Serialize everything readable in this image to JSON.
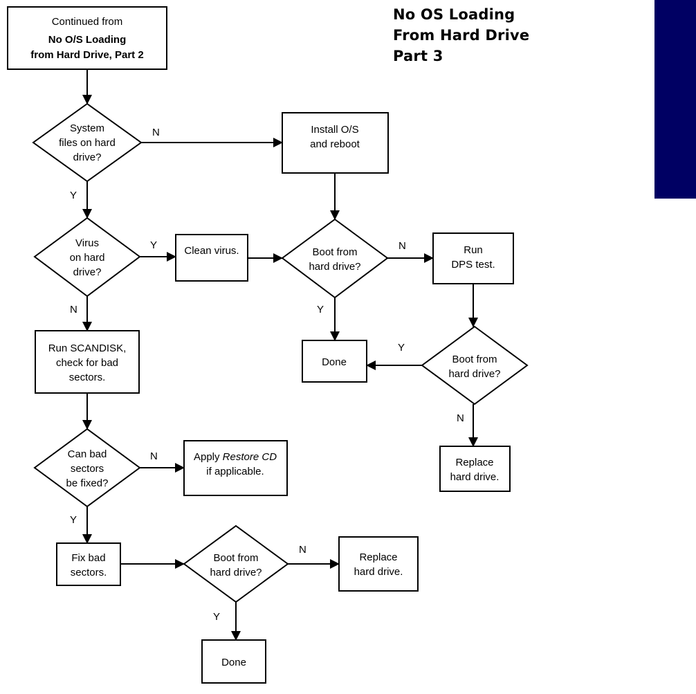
{
  "title": {
    "line1": "No OS Loading",
    "line2": "From Hard Drive",
    "line3": "Part 3"
  },
  "accent_color": "#000063",
  "nodes": {
    "start": {
      "line1": "Continued from",
      "line2": "No O/S Loading",
      "line3": "from Hard Drive, Part 2"
    },
    "system_files": {
      "line1": "System",
      "line2": "files on hard",
      "line3": "drive?"
    },
    "install_os": {
      "line1": "Install O/S",
      "line2": "and reboot"
    },
    "virus": {
      "line1": "Virus",
      "line2": "on hard",
      "line3": "drive?"
    },
    "clean_virus": {
      "line1": "Clean virus."
    },
    "boot1": {
      "line1": "Boot from",
      "line2": "hard drive?"
    },
    "run_dps": {
      "line1": "Run",
      "line2": "DPS test."
    },
    "done1": {
      "line1": "Done"
    },
    "boot2": {
      "line1": "Boot from",
      "line2": "hard drive?"
    },
    "run_scandisk": {
      "line1": "Run SCANDISK,",
      "line2": "check for bad",
      "line3": "sectors."
    },
    "replace1": {
      "line1": "Replace",
      "line2": "hard drive."
    },
    "can_fix": {
      "line1": "Can bad",
      "line2": "sectors",
      "line3": "be fixed?"
    },
    "apply_restore": {
      "line1_prefix": "Apply ",
      "line1_italic": "Restore CD",
      "line2": "if applicable."
    },
    "fix_bad": {
      "line1": "Fix bad",
      "line2": "sectors."
    },
    "boot3": {
      "line1": "Boot from",
      "line2": "hard drive?"
    },
    "replace2": {
      "line1": "Replace",
      "line2": "hard drive."
    },
    "done2": {
      "line1": "Done"
    }
  },
  "edge_labels": {
    "system_files_n": "N",
    "system_files_y": "Y",
    "virus_y": "Y",
    "virus_n": "N",
    "boot1_n": "N",
    "boot1_y": "Y",
    "boot2_y": "Y",
    "boot2_n": "N",
    "can_fix_n": "N",
    "can_fix_y": "Y",
    "boot3_n": "N",
    "boot3_y": "Y"
  }
}
